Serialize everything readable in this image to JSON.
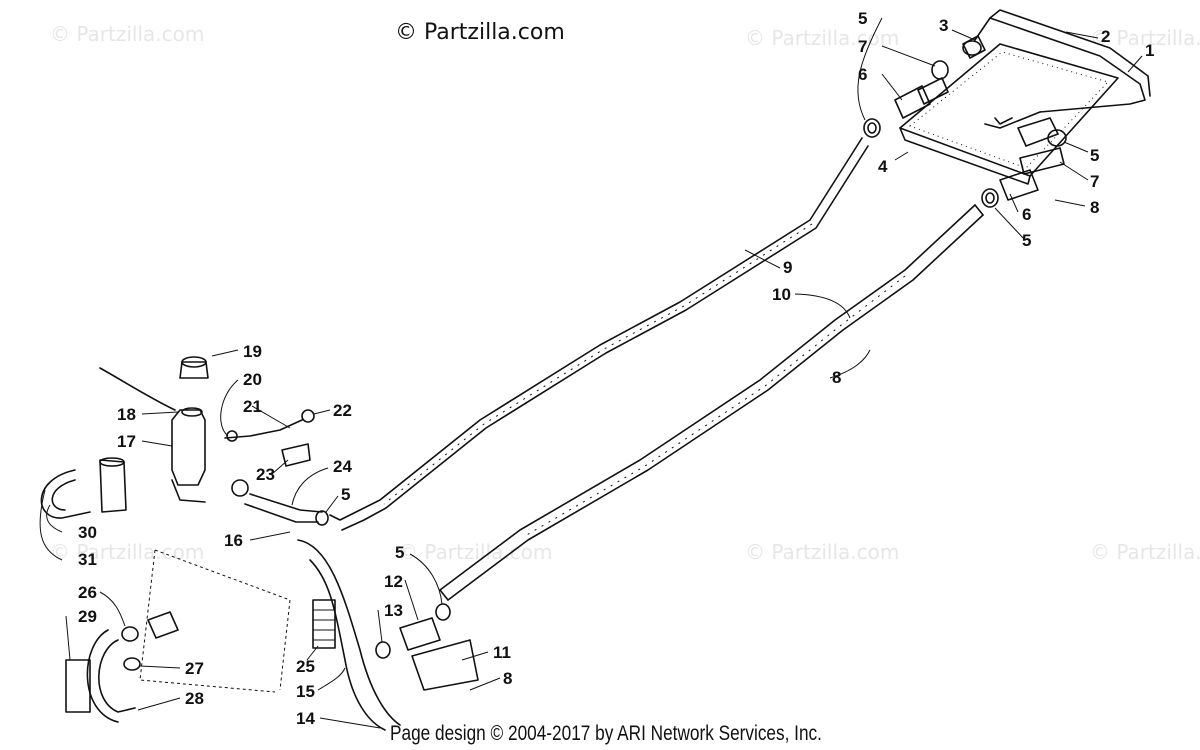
{
  "header": {
    "copyright": "© Partzilla.com"
  },
  "watermark": {
    "text": "© Partzilla.com"
  },
  "footer": {
    "text": "Page design © 2004-2017 by ARI Network Services, Inc."
  },
  "callouts": [
    {
      "label": "1"
    },
    {
      "label": "2"
    },
    {
      "label": "3"
    },
    {
      "label": "4"
    },
    {
      "label": "5"
    },
    {
      "label": "7"
    },
    {
      "label": "6"
    },
    {
      "label": "5"
    },
    {
      "label": "7"
    },
    {
      "label": "6"
    },
    {
      "label": "8"
    },
    {
      "label": "5"
    },
    {
      "label": "9"
    },
    {
      "label": "10"
    },
    {
      "label": "8"
    },
    {
      "label": "19"
    },
    {
      "label": "20"
    },
    {
      "label": "21"
    },
    {
      "label": "22"
    },
    {
      "label": "18"
    },
    {
      "label": "17"
    },
    {
      "label": "23"
    },
    {
      "label": "24"
    },
    {
      "label": "5"
    },
    {
      "label": "16"
    },
    {
      "label": "30"
    },
    {
      "label": "31"
    },
    {
      "label": "26"
    },
    {
      "label": "29"
    },
    {
      "label": "27"
    },
    {
      "label": "28"
    },
    {
      "label": "25"
    },
    {
      "label": "15"
    },
    {
      "label": "14"
    },
    {
      "label": "5"
    },
    {
      "label": "12"
    },
    {
      "label": "13"
    },
    {
      "label": "11"
    },
    {
      "label": "8"
    }
  ]
}
